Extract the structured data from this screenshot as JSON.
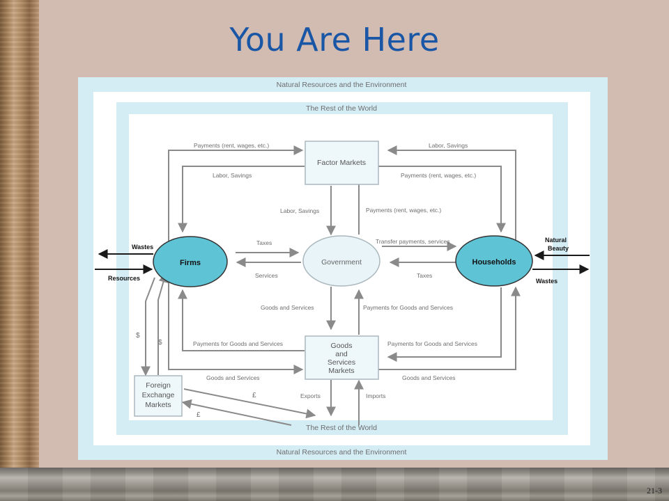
{
  "slide": {
    "title": "You Are Here",
    "page_number": "21-3"
  },
  "colors": {
    "title": "#1a56a6",
    "outer_band": "#d4ecf4",
    "node_fill": "#5fc3d6",
    "government_fill": "#e8f4f8",
    "box_fill": "#eef7fa",
    "arrow": "#8a8a8a"
  },
  "diagram": {
    "outer_label_top": "Natural Resources and the Environment",
    "outer_label_bottom": "Natural Resources and the Environment",
    "world_label_top": "The Rest of the World",
    "world_label_bottom": "The Rest of the World",
    "nodes": {
      "firms": "Firms",
      "government": "Government",
      "households": "Households",
      "factor_markets": "Factor Markets",
      "goods_markets": [
        "Goods",
        "and",
        "Services",
        "Markets"
      ],
      "fx_markets": [
        "Foreign",
        "Exchange",
        "Markets"
      ]
    },
    "labels": {
      "payments_top_left": "Payments (rent, wages, etc.)",
      "labor_savings_top_right": "Labor, Savings",
      "labor_savings_left": "Labor, Savings",
      "payments_right": "Payments (rent, wages, etc.)",
      "labor_savings_center": "Labor, Savings",
      "payments_center": "Payments (rent, wages, etc.)",
      "taxes_left": "Taxes",
      "services_left": "Services",
      "transfer_payments": "Transfer payments, services",
      "taxes_right": "Taxes",
      "goods_services_center": "Goods and Services",
      "payments_goods_center": "Payments for Goods and Services",
      "payments_goods_left": "Payments for Goods and Services",
      "payments_goods_right": "Payments for Goods and Services",
      "goods_services_left": "Goods and Services",
      "goods_services_right": "Goods and Services",
      "exports": "Exports",
      "imports": "Imports",
      "wastes_left": "Wastes",
      "resources": "Resources",
      "natural": "Natural",
      "beauty": "Beauty",
      "wastes_right": "Wastes",
      "dollar_1": "$",
      "dollar_2": "$",
      "pound_1": "£",
      "pound_2": "£"
    }
  }
}
